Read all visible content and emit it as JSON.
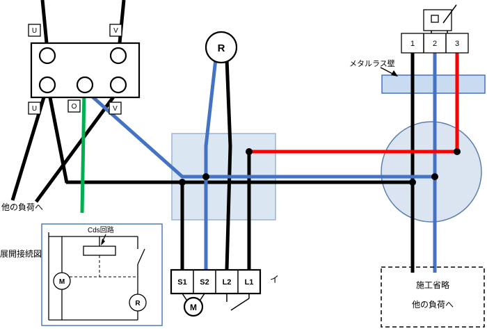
{
  "labels": {
    "transformer_top": [
      "U",
      "V"
    ],
    "transformer_bottom": [
      "U",
      "O",
      "V"
    ],
    "lamp": "R",
    "switch_terminals": [
      "1",
      "2",
      "3"
    ],
    "wall": "メタルラス壁",
    "terminal_block": [
      "S1",
      "S2",
      "L2",
      "L1"
    ],
    "motor": "M",
    "circuit_ref": "イ",
    "left_note": "他の負荷へ",
    "omitted": [
      "施工省略",
      "他の負荷へ"
    ],
    "inset_title": "展開接続図",
    "inset_cds": "Cds回路",
    "inset_motor": "M",
    "inset_lamp": "R"
  },
  "colors": {
    "wire_black": "#000000",
    "wire_blue": "#4472c4",
    "wire_green": "#00b050",
    "wire_red": "#ff0000",
    "junction_fill": "#dbe6f3",
    "junction_stroke": "#9ab3d5",
    "circle_fill": "#d6e2f0",
    "circle_stroke": "#5b7fae",
    "wall_fill": "#c9dbf0",
    "wall_stroke": "#4472c4",
    "inset_stroke": "#4a7ebb"
  }
}
